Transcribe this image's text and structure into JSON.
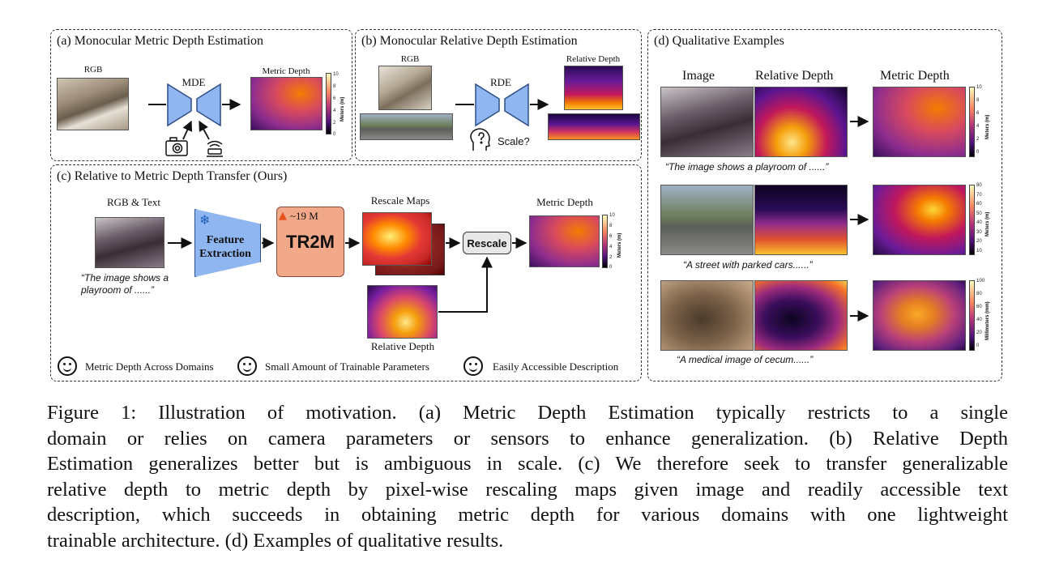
{
  "panel_a": {
    "title": "(a) Monocular Metric Depth Estimation",
    "rgb_label": "RGB",
    "model_label": "MDE",
    "output_label": "Metric Depth",
    "cbar_ticks": [
      "10",
      "8",
      "6",
      "4",
      "2",
      "0"
    ],
    "cbar_unit": "Meters (m)"
  },
  "panel_b": {
    "title": "(b) Monocular Relative Depth Estimation",
    "rgb_label": "RGB",
    "model_label": "RDE",
    "output_label": "Relative Depth",
    "scale_label": "Scale?"
  },
  "panel_c": {
    "title": "(c) Relative to Metric Depth Transfer (Ours)",
    "input_label": "RGB & Text",
    "text_prompt_line1": "“The image shows a",
    "text_prompt_line2": "playroom of ......”",
    "feature_line1": "Feature",
    "feature_line2": "Extraction",
    "param_count": "~19 M",
    "model_name": "TR2M",
    "rescale_maps_label": "Rescale Maps",
    "rescale_button": "Rescale",
    "output_label": "Metric Depth",
    "relative_label": "Relative Depth",
    "cbar_ticks": [
      "10",
      "8",
      "6",
      "4",
      "2",
      "0"
    ],
    "cbar_unit": "Meters (m)",
    "benefits": [
      "Metric Depth Across Domains",
      "Small Amount of Trainable Parameters",
      "Easily Accessible Description"
    ]
  },
  "panel_d": {
    "title": "(d) Qualitative Examples",
    "col_image": "Image",
    "col_relative": "Relative Depth",
    "col_metric": "Metric Depth",
    "rows": [
      {
        "caption": "“The image shows a playroom of ......”",
        "ticks": [
          "10",
          "8",
          "6",
          "4",
          "2",
          "0"
        ],
        "unit": "Meters (m)"
      },
      {
        "caption": "“A street with parked cars......”",
        "ticks": [
          "80",
          "70",
          "60",
          "50",
          "40",
          "30",
          "20",
          "10"
        ],
        "unit": "Meters (m)"
      },
      {
        "caption": "“A medical image of cecum......”",
        "ticks": [
          "100",
          "80",
          "60",
          "40",
          "20",
          "0"
        ],
        "unit": "Millimeters (mm)"
      }
    ]
  },
  "caption": {
    "lines": [
      "Figure 1: Illustration of motivation. (a) Metric Depth Estimation typically restricts to a single",
      "domain or relies on camera parameters or sensors to enhance generalization. (b) Relative Depth",
      "Estimation generalizes better but is ambiguous in scale. (c) We therefore seek to transfer generalizable",
      "relative depth to metric depth by pixel-wise rescaling maps given image and readily accessible text",
      "description, which succeeds in obtaining metric depth for various domains with one lightweight",
      "trainable architecture. (d) Examples of qualitative results."
    ]
  }
}
